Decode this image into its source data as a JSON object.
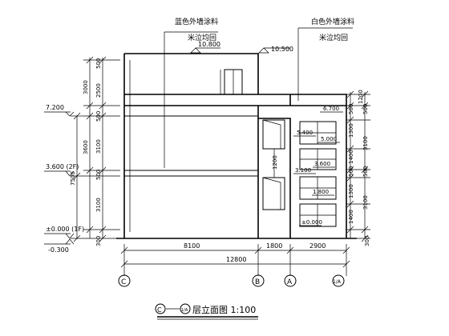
{
  "labels": {
    "blue_paint": "蓝色外墙涂料",
    "blue_paint_sub": "米泣均回",
    "white_paint": "白色外墙涂料",
    "white_paint_sub": "米泣均回",
    "title": "层立面图 1:100",
    "title_axis_from": "C",
    "title_axis_to": "1/A"
  },
  "elevations_left": [
    {
      "text": "7.200"
    },
    {
      "text": "3.600 (2F)"
    },
    {
      "text": "±0.000 (1F)"
    },
    {
      "text": "-0.300"
    }
  ],
  "elevations_top": [
    {
      "text": "10.800"
    },
    {
      "text": "10.500"
    }
  ],
  "elevations_right": [
    {
      "text": "6.700"
    },
    {
      "text": "5.400"
    },
    {
      "text": "5.000"
    },
    {
      "text": "3.600"
    },
    {
      "text": "3.100"
    },
    {
      "text": "1.800"
    },
    {
      "text": "±0.000"
    }
  ],
  "dims_left_inner": [
    "500",
    "2500",
    "500",
    "3100",
    "500",
    "3100",
    "300"
  ],
  "dims_left_outer": [
    "3000",
    "3600",
    "7500"
  ],
  "dims_right": [
    "1200",
    "500",
    "1300",
    "1400",
    "500",
    "1300",
    "1400",
    "300"
  ],
  "dims_right_outer": [
    "3100",
    "3100"
  ],
  "dim_window": "1200",
  "dims_bottom": [
    "8100",
    "1800",
    "2900"
  ],
  "dim_total": "12800",
  "axes": [
    "C",
    "B",
    "A",
    "1/A"
  ]
}
